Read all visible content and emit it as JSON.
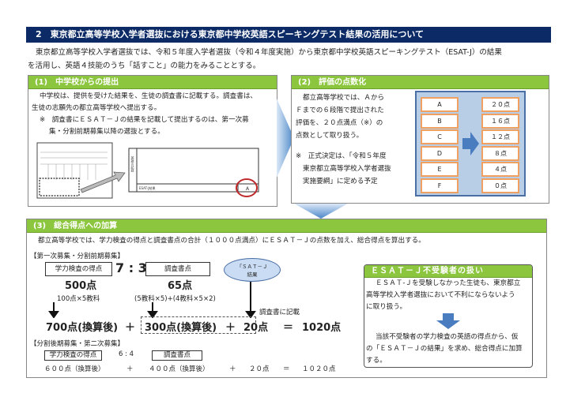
{
  "title": "2　東京都立高等学校入学者選抜における東京都中学校英語スピーキングテスト結果の活用について",
  "intro": [
    "東京都立高等学校入学者選抜では、令和５年度入学者選抜（令和４年度実施）から東京都中学校英語スピーキングテスト（ESAT-J）の結果",
    "を活用し、英語４技能のうち「話すこと」の能力をみることとする。"
  ],
  "section1": {
    "header": "(1)　中学校からの提出",
    "lines": [
      "中学校は、提供を受けた結果を、生徒の調査書に記載する。調査書は、",
      "生徒の志願先の都立高等学校へ提出する。",
      "※　調査書にＥＳＡＴ－Ｊの結果を記載して提出するのは、第一次募",
      "集・分割前期募集以降の選抜とする。"
    ],
    "form_label": "ESAT-J結果",
    "form_side": "英語の記録",
    "grade": "A"
  },
  "section2": {
    "header": "(2)　評価の点数化",
    "lines": [
      "都立高等学校では、Ａから",
      "Ｆまでの６段階で提出された",
      "評価を、２０点満点（※）の",
      "点数として取り扱う。"
    ],
    "note": [
      "※　正式決定は、「令和５年度",
      "東京都立高等学校入学者選抜",
      "実施要綱」に定める予定"
    ],
    "grades": [
      "A",
      "B",
      "C",
      "D",
      "E",
      "F"
    ],
    "points": [
      "２０点",
      "１６点",
      "１２点",
      "８点",
      "４点",
      "０点"
    ],
    "accent": "#4a7cc0"
  },
  "section3": {
    "header": "(3)　総合得点への加算",
    "intro": "都立高等学校では、学力検査の得点と調査書点の合計（１０００点満点）にＥＳＡＴ－Ｊの点数を加え、総合得点を算出する。",
    "first": {
      "label": "【第一次募集・分割前期募集】",
      "exam": "学力検査の得点",
      "ratio": "7 : 3",
      "report": "調査書点",
      "exam_pts": "500点",
      "report_pts": "65点",
      "exam_calc": "100点×5教科",
      "report_calc": "(5教科×5)+(4教科×5×2)",
      "esat": "「ＳＡＴ－Ｊ",
      "esat2": "結果",
      "note": "調査書に記載",
      "eq": [
        "700点(換算後)",
        "＋",
        "300点(換算後)",
        "＋",
        "20点",
        "＝",
        "1020点"
      ]
    },
    "second": {
      "label": "【分割後期募集・第二次募集】",
      "exam": "学力検査の得点",
      "ratio": "6 : 4",
      "report": "調査書点",
      "eq": [
        "６００点（換算後）",
        "＋",
        "４００点（換算後）",
        "＋",
        "２０点",
        "＝",
        "１０２０点"
      ]
    }
  },
  "non_taker": {
    "header": "ＥＳＡＴ－Ｊ不受験者の扱い",
    "lines1": [
      "ＥＳＡＴ-Ｊを受験しなかった生徒も、東京都立",
      "高等学校入学者選抜において不利にならないよう",
      "に取り扱う。"
    ],
    "lines2": [
      "当該不受験者の学力検査の英語の得点から、仮",
      "の「ＥＳＡＴ－Ｊの結果」を求め、総合得点に加算",
      "する。"
    ]
  }
}
